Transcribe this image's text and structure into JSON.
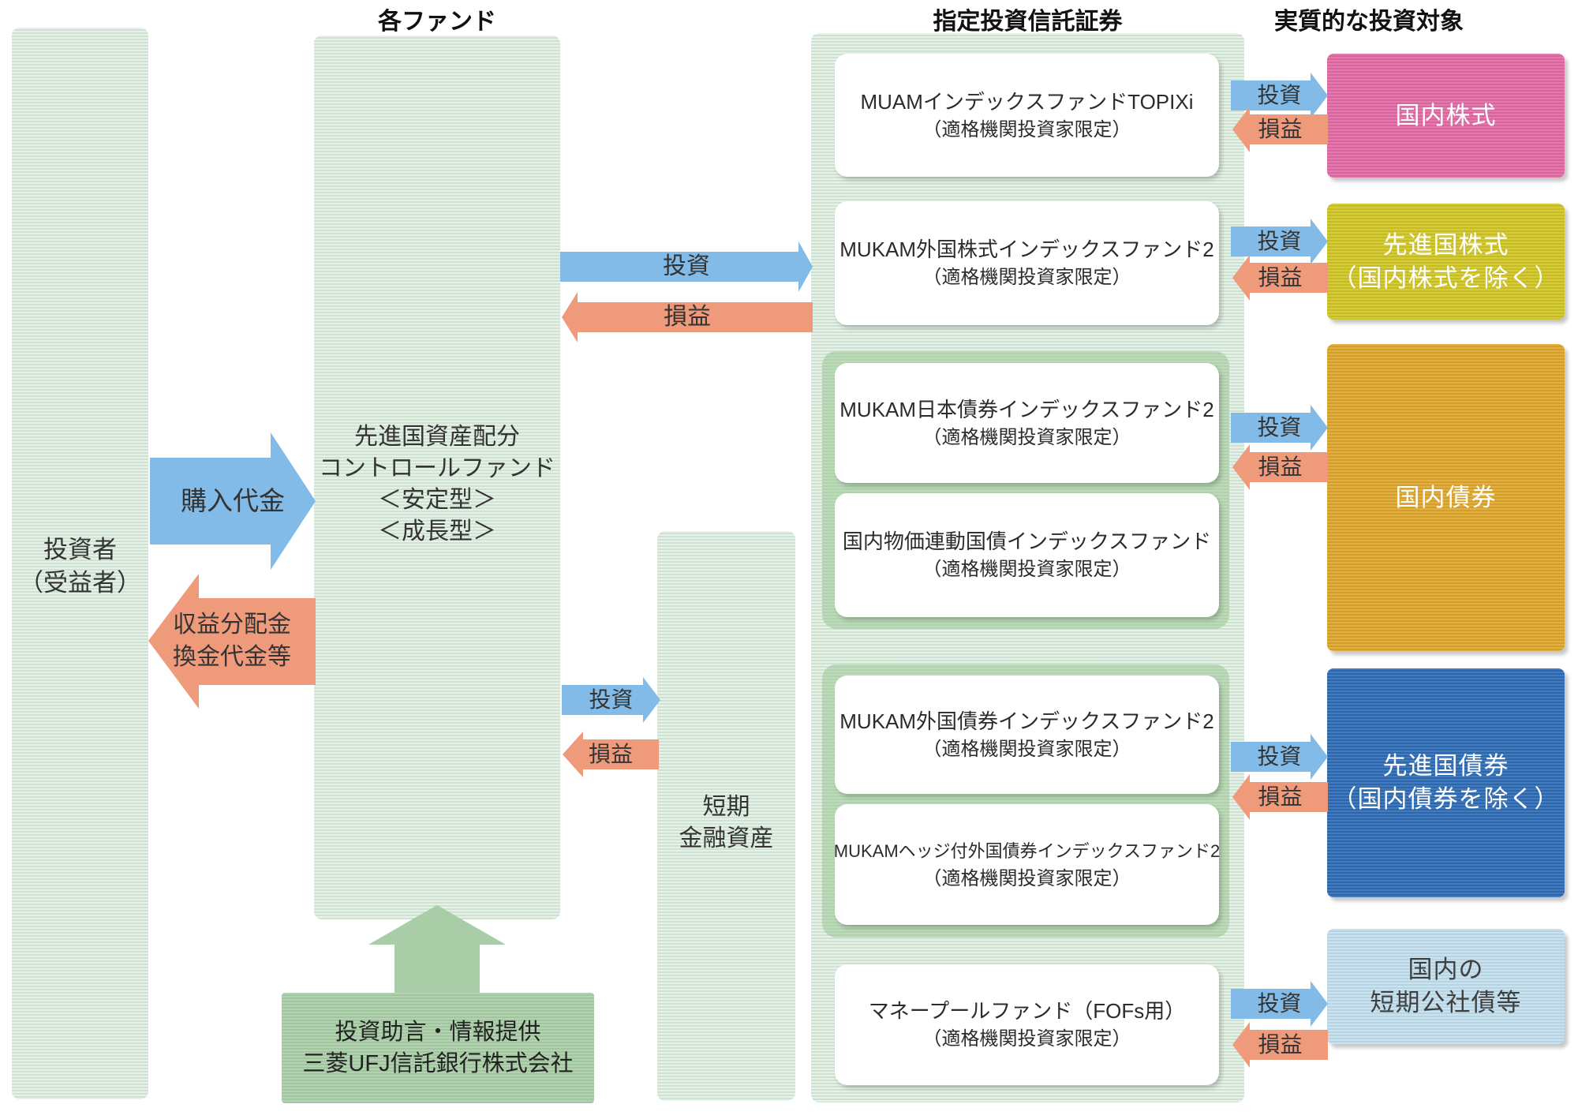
{
  "headers": {
    "each_fund": "各ファンド",
    "designated_securities": "指定投資信託証券",
    "actual_targets": "実質的な投資対象"
  },
  "labels": {
    "invest": "投資",
    "profit_loss": "損益",
    "purchase": "購入代金",
    "redemption_line1": "収益分配金",
    "redemption_line2": "換金代金等"
  },
  "investor": {
    "line1": "投資者",
    "line2": "（受益者）"
  },
  "allocation_fund": {
    "line1": "先進国資産配分",
    "line2": "コントロールファンド",
    "line3": "＜安定型＞",
    "line4": "＜成長型＞"
  },
  "short_term": {
    "line1": "短期",
    "line2": "金融資産"
  },
  "advisor": {
    "line1": "投資助言・情報提供",
    "line2": "三菱UFJ信託銀行株式会社"
  },
  "funds": [
    {
      "name": "MUAMインデックスファンドTOPIXi",
      "note": "（適格機関投資家限定）"
    },
    {
      "name": "MUKAM外国株式インデックスファンド2",
      "note": "（適格機関投資家限定）"
    },
    {
      "name": "MUKAM日本債券インデックスファンド2",
      "note": "（適格機関投資家限定）"
    },
    {
      "name": "国内物価連動国債インデックスファンド",
      "note": "（適格機関投資家限定）"
    },
    {
      "name": "MUKAM外国債券インデックスファンド2",
      "note": "（適格機関投資家限定）"
    },
    {
      "name": "MUKAMヘッジ付外国債券インデックスファンド2",
      "note": "（適格機関投資家限定）"
    },
    {
      "name": "マネープールファンド（FOFs用）",
      "note": "（適格機関投資家限定）"
    }
  ],
  "targets": [
    {
      "line1": "国内株式",
      "color": "#e26aa5"
    },
    {
      "line1": "先進国株式",
      "line2": "（国内株式を除く）",
      "color": "#d0c525"
    },
    {
      "line1": "国内債券",
      "color": "#dfa62c"
    },
    {
      "line1": "先進国債券",
      "line2": "（国内債券を除く）",
      "color": "#2e6cb5"
    },
    {
      "line1": "国内の",
      "line2": "短期公社債等",
      "color": "#c2dfee"
    }
  ],
  "colors": {
    "column_green": "#d9e9db",
    "group_green": "#b4d6b0",
    "advisor_green": "#a6cba3",
    "invest_blue": "#82bbe7",
    "profit_orange": "#ef9a7b"
  }
}
